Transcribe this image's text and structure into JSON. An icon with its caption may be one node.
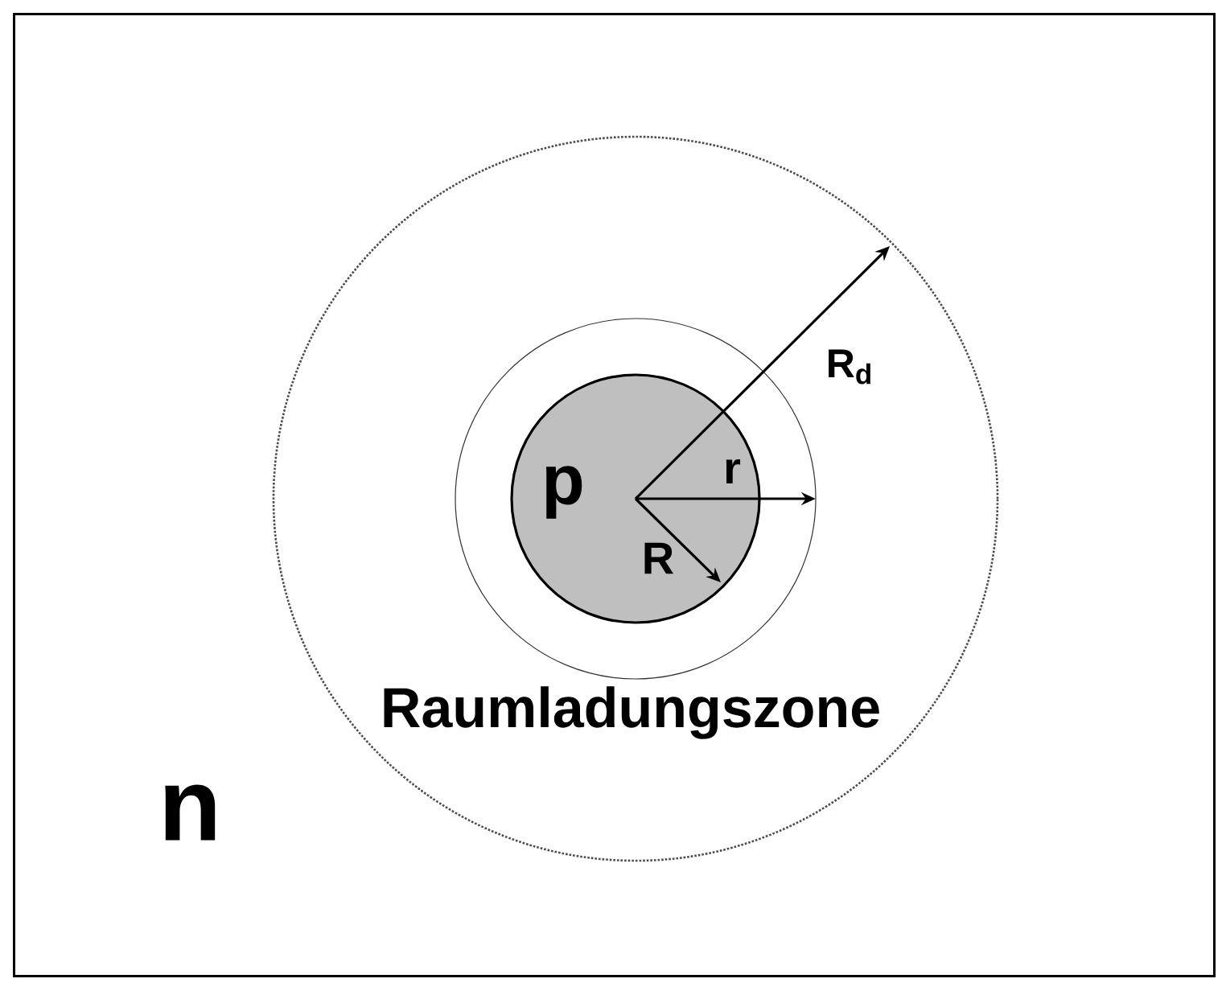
{
  "diagram": {
    "nodes": [
      {
        "text": [
          "n"
        ]
      },
      {
        "text": [
          "Raumladungszone"
        ],
        "in": 0
      },
      {
        "text": [],
        "shape": "circle",
        "in": 1
      },
      {
        "text": [
          "p"
        ],
        "in": 2
      }
    ],
    "labels": [
      "R$_{d}$",
      "r",
      "R"
    ]
  }
}
